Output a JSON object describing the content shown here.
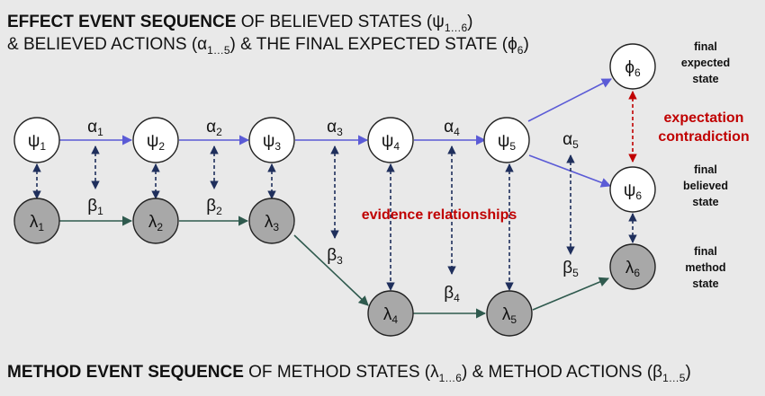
{
  "header_top": {
    "line1_bold": "EFFECT EVENT SEQUENCE",
    "line1_rest": " OF BELIEVED STATES (ψ",
    "line1_sub": "1…6",
    "line1_end": ")",
    "line2_a": "& BELIEVED ACTIONS (α",
    "line2_sub1": "1…5",
    "line2_b": ")  & THE FINAL EXPECTED STATE (ϕ",
    "line2_sub2": "6",
    "line2_end": ")"
  },
  "header_bottom": {
    "bold": "METHOD EVENT SEQUENCE",
    "rest": " OF METHOD STATES (λ",
    "sub1": "1…6",
    "mid": ")  & METHOD ACTIONS (β",
    "sub2": "1…5",
    "end": ")"
  },
  "nodes": {
    "psi1": {
      "base": "ψ",
      "sub": "1"
    },
    "psi2": {
      "base": "ψ",
      "sub": "2"
    },
    "psi3": {
      "base": "ψ",
      "sub": "3"
    },
    "psi4": {
      "base": "ψ",
      "sub": "4"
    },
    "psi5": {
      "base": "ψ",
      "sub": "5"
    },
    "psi6": {
      "base": "ψ",
      "sub": "6"
    },
    "phi6": {
      "base": "ϕ",
      "sub": "6"
    },
    "lam1": {
      "base": "λ",
      "sub": "1"
    },
    "lam2": {
      "base": "λ",
      "sub": "2"
    },
    "lam3": {
      "base": "λ",
      "sub": "3"
    },
    "lam4": {
      "base": "λ",
      "sub": "4"
    },
    "lam5": {
      "base": "λ",
      "sub": "5"
    },
    "lam6": {
      "base": "λ",
      "sub": "6"
    }
  },
  "actions": {
    "a1": {
      "base": "α",
      "sub": "1"
    },
    "a2": {
      "base": "α",
      "sub": "2"
    },
    "a3": {
      "base": "α",
      "sub": "3"
    },
    "a4": {
      "base": "α",
      "sub": "4"
    },
    "a5": {
      "base": "α",
      "sub": "5"
    },
    "b1": {
      "base": "β",
      "sub": "1"
    },
    "b2": {
      "base": "β",
      "sub": "2"
    },
    "b3": {
      "base": "β",
      "sub": "3"
    },
    "b4": {
      "base": "β",
      "sub": "4"
    },
    "b5": {
      "base": "β",
      "sub": "5"
    }
  },
  "side_labels": {
    "expected": [
      "final",
      "expected",
      "state"
    ],
    "believed": [
      "final",
      "believed",
      "state"
    ],
    "method": [
      "final",
      "method",
      "state"
    ]
  },
  "annotations": {
    "expectation_line1": "expectation",
    "expectation_line2": "contradiction",
    "evidence": "evidence relationships"
  },
  "colors": {
    "effect_arrow": "#5b5bd6",
    "method_arrow": "#2f5a4e",
    "dashed_arrow": "#1f2f5c",
    "red_text": "#c00000",
    "method_node_fill": "#a8a8a8",
    "background": "#e9e9e9"
  }
}
